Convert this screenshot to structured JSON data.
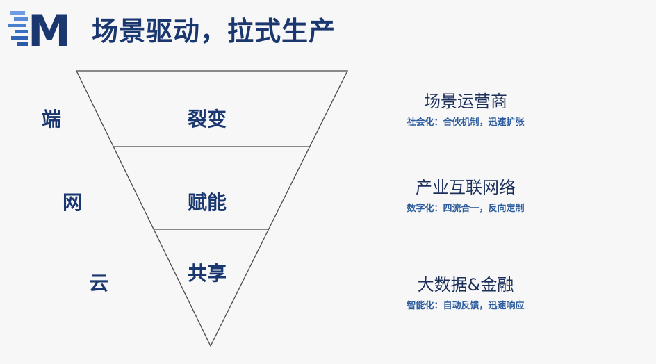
{
  "header": {
    "logo_letter": "M",
    "title": "场景驱动，拉式生产"
  },
  "colors": {
    "background": "#f7f7f7",
    "primary": "#1a3770",
    "accent": "#2d5d9f",
    "line": "#4a4a4a"
  },
  "side_labels": [
    "端",
    "网",
    "云"
  ],
  "funnel_layers": [
    "裂变",
    "赋能",
    "共享"
  ],
  "descriptions": [
    {
      "title": "场景运营商",
      "subtitle": "社会化：合伙机制，迅速扩张"
    },
    {
      "title": "产业互联网络",
      "subtitle": "数字化：四流合一，反向定制"
    },
    {
      "title": "大数据&金融",
      "subtitle": "智能化：自动反馈，迅速响应"
    }
  ]
}
